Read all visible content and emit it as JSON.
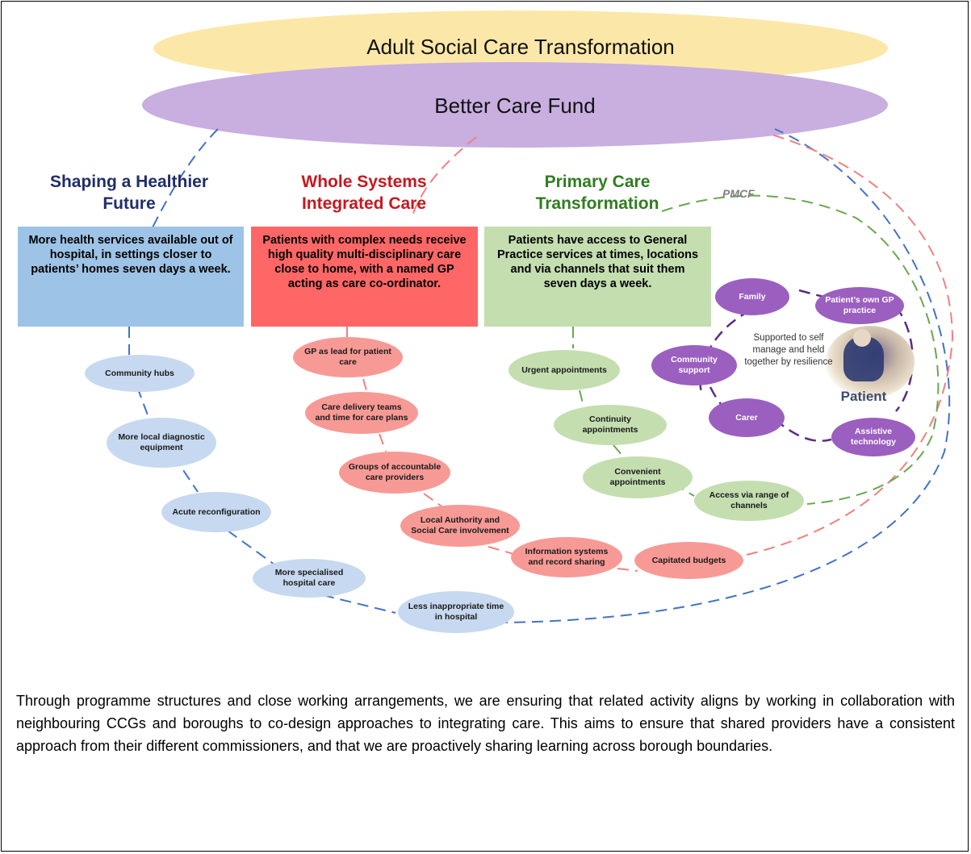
{
  "top_ellipse_label": "Adult Social Care Transformation",
  "second_ellipse_label": "Better Care Fund",
  "pmcf_label": "PMCF",
  "colors": {
    "yellow_ellipse": "#fbe8a8",
    "purple_ellipse": "#c9aee0",
    "blue_heading": "#1f2d6b",
    "red_heading": "#c8171e",
    "green_heading": "#2f7d1f",
    "blue_box": "#9dc3e6",
    "red_box": "#ff6666",
    "green_box": "#c4deb0",
    "blue_line": "#4472c4",
    "red_line": "#f08080",
    "green_line": "#6aa84f",
    "purple_line": "#5b2d82"
  },
  "columns": {
    "shaping": {
      "heading_line1": "Shaping a Healthier",
      "heading_line2": "Future",
      "box_text": "More health services available out of hospital, in settings closer to patients’ homes seven days a week.",
      "nodes": [
        "Community hubs",
        "More local diagnostic equipment",
        "Acute reconfiguration",
        "More specialised hospital care",
        "Less inappropriate time in hospital"
      ]
    },
    "whole_systems": {
      "heading_line1": "Whole Systems",
      "heading_line2": "Integrated Care",
      "box_text": "Patients with complex needs receive high quality multi-disciplinary care close to home, with a named GP acting as care co-ordinator.",
      "nodes": [
        "GP as lead for patient care",
        "Care delivery teams and time for care plans",
        "Groups of accountable care providers",
        "Local Authority and Social Care involvement",
        "Information systems and record sharing",
        "Capitated budgets"
      ]
    },
    "primary_care": {
      "heading_line1": "Primary Care",
      "heading_line2": "Transformation",
      "box_text": "Patients have access to General Practice services at times, locations and via channels that suit them seven days a week.",
      "nodes": [
        "Urgent appointments",
        "Continuity appointments",
        "Convenient appointments",
        "Access via range of channels"
      ]
    }
  },
  "patient": {
    "label": "Patient",
    "support_text": "Supported to self manage and held together by resilience",
    "nodes": [
      "Family",
      "Patient’s own GP practice",
      "Community support",
      "Carer",
      "Assistive technology"
    ]
  },
  "paragraph": "Through programme structures and close working arrangements, we are ensuring that related activity aligns by working in collaboration with neighbouring CCGs and boroughs to co-design approaches to integrating care.  This aims to ensure that shared providers have a consistent approach from their different commissioners, and that we are proactively sharing learning across borough boundaries."
}
